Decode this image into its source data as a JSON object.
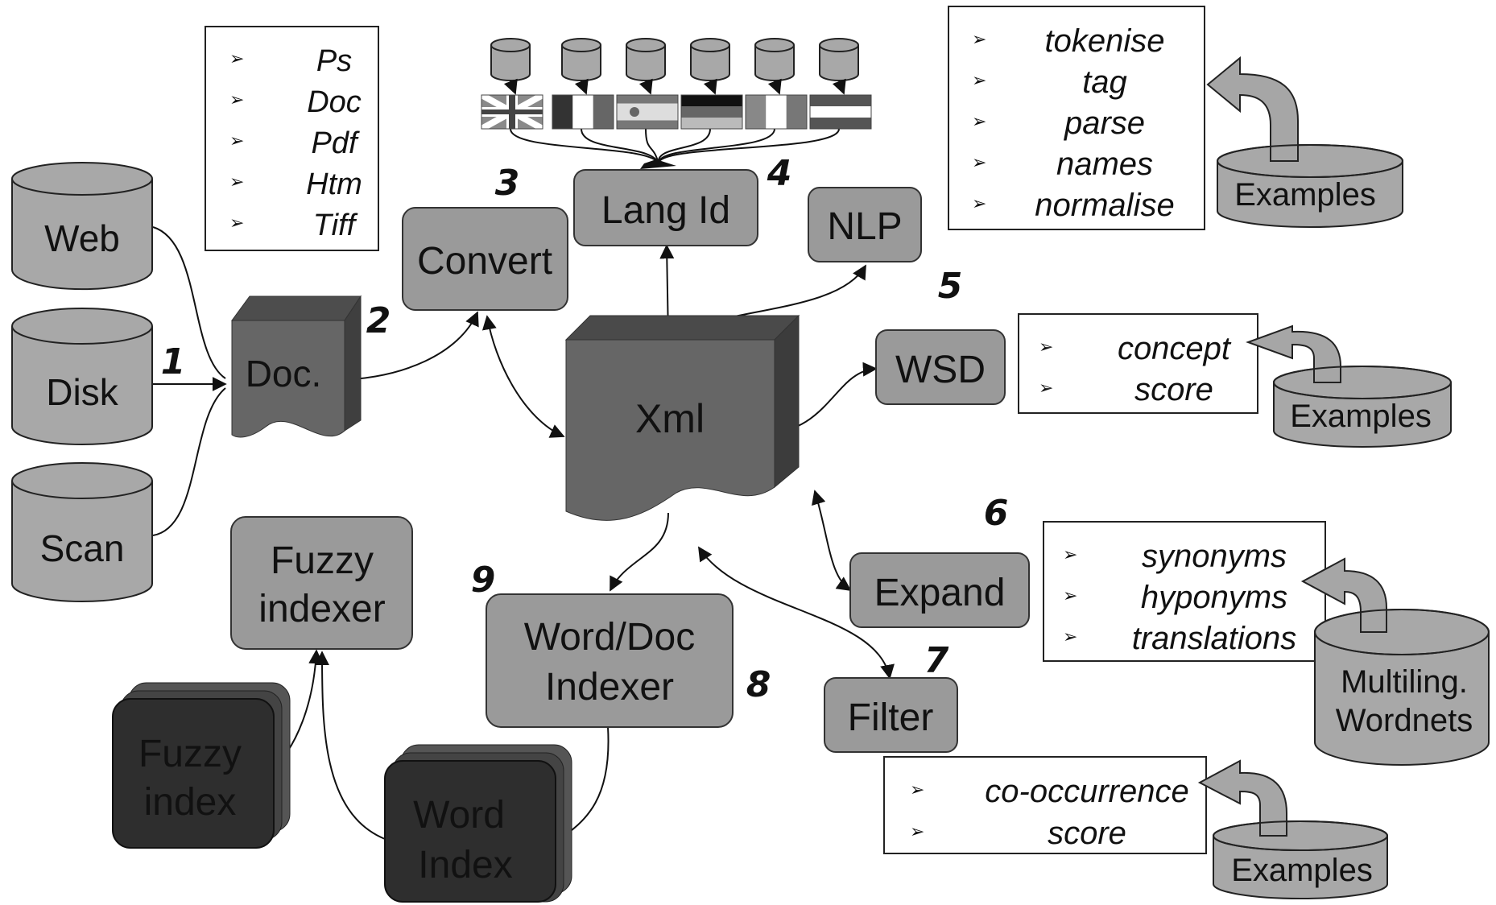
{
  "nodes": {
    "web": "Web",
    "disk": "Disk",
    "scan": "Scan",
    "doc": "Doc.",
    "convert": "Convert",
    "lang_id": "Lang Id",
    "nlp": "NLP",
    "xml": "Xml",
    "wsd": "WSD",
    "expand": "Expand",
    "filter": "Filter",
    "fuzzy_indexer_line1": "Fuzzy",
    "fuzzy_indexer_line2": "indexer",
    "word_doc_indexer_line1": "Word/Doc",
    "word_doc_indexer_line2": "Indexer",
    "fuzzy_index_line1": "Fuzzy",
    "fuzzy_index_line2": "index",
    "word_index_line1": "Word",
    "word_index_line2": "Index",
    "examples_nlp": "Examples",
    "examples_wsd": "Examples",
    "examples_filter": "Examples",
    "wordnets_line1": "Multiling.",
    "wordnets_line2": "Wordnets"
  },
  "steps": [
    "1",
    "2",
    "3",
    "4",
    "5",
    "6",
    "7",
    "8",
    "9"
  ],
  "formats_list": [
    "Ps",
    "Doc",
    "Pdf",
    "Htm",
    "Tiff"
  ],
  "nlp_list": [
    "tokenise",
    "tag",
    "parse",
    "names",
    "normalise"
  ],
  "wsd_list": [
    "concept",
    "score"
  ],
  "expand_list": [
    "synonyms",
    "hyponyms",
    "translations"
  ],
  "filter_list": [
    "co-occurrence",
    "score"
  ],
  "bullet_glyph": "➢",
  "language_flags": [
    "uk",
    "fr",
    "es",
    "de",
    "it",
    "nl"
  ],
  "colors": {
    "box_fill": "#9a9a9a",
    "doc_fill": "#666666",
    "index_fill": "#2e2e2e",
    "cylinder_fill": "#a8a8a8"
  }
}
